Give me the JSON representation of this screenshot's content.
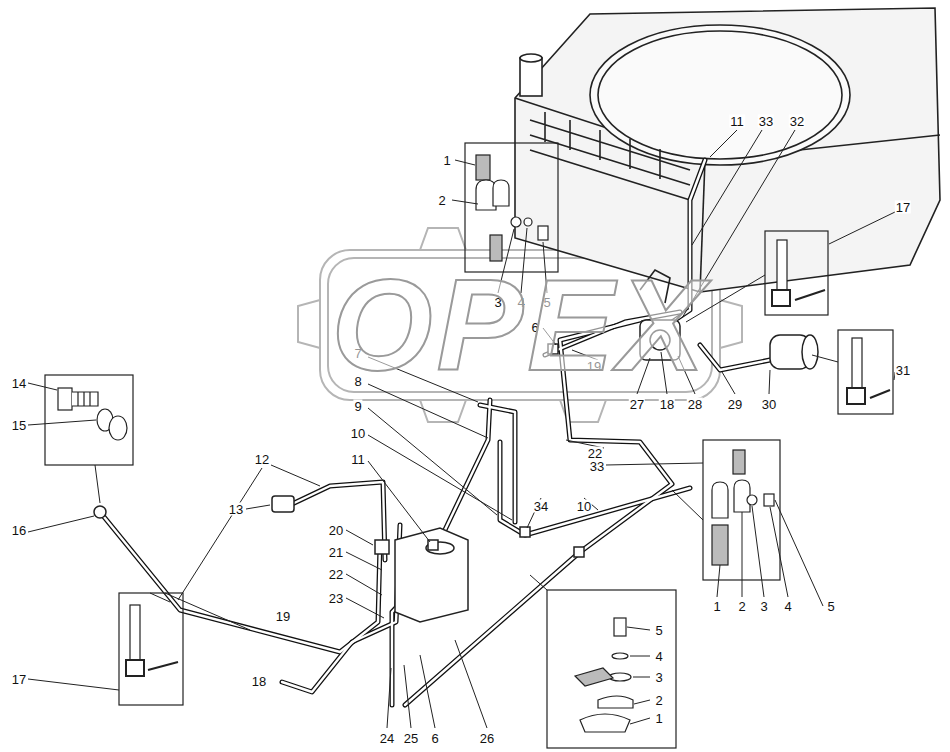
{
  "diagram": {
    "labels": [
      "1",
      "2",
      "3",
      "4",
      "5",
      "11",
      "33",
      "32",
      "17",
      "31",
      "6",
      "7",
      "8",
      "9",
      "10",
      "11",
      "12",
      "19",
      "27",
      "18",
      "28",
      "29",
      "30",
      "22",
      "33",
      "1",
      "2",
      "3",
      "4",
      "5",
      "34",
      "10",
      "14",
      "15",
      "16",
      "13",
      "20",
      "21",
      "22",
      "23",
      "19",
      "17",
      "18",
      "24",
      "25",
      "6",
      "26",
      "5",
      "4",
      "3",
      "2",
      "1",
      "OPEX"
    ]
  }
}
